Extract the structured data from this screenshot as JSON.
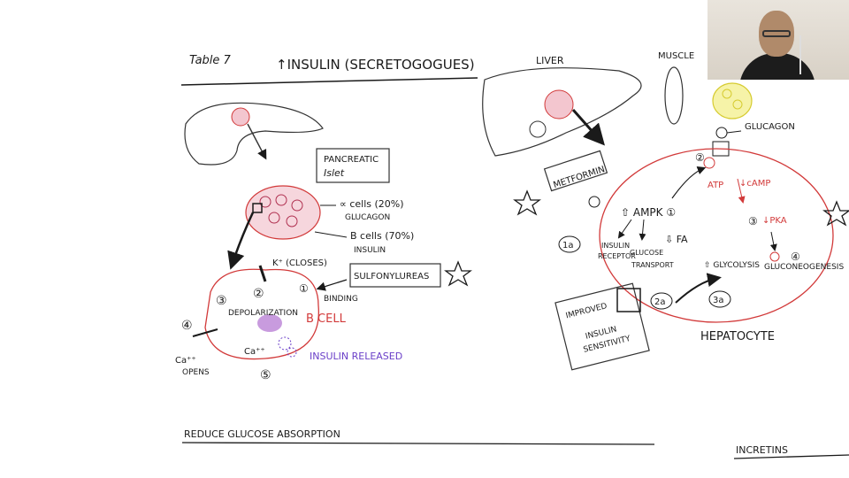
{
  "labels": {
    "table": "Table 7",
    "title": "↑INSULIN (SECRETOGOGUES)",
    "pancreatic_islet_1": "PANCREATIC",
    "pancreatic_islet_2": "Islet",
    "alpha_1": "∝ cells (20%)",
    "alpha_2": "GLUCAGON",
    "beta_1": "B cells (70%)",
    "beta_2": "INSULIN",
    "k_closes": "K⁺ (CLOSES)",
    "sulfonylureas": "SULFONYLUREAS",
    "binding": "BINDING",
    "depolarization": "DEPOLARIZATION",
    "b_cell": "B CELL",
    "ca_opens_1": "Ca⁺⁺",
    "ca_opens_2": "OPENS",
    "ca_inside": "Ca⁺⁺",
    "insulin_released": "INSULIN RELEASED",
    "n1": "①",
    "n2": "②",
    "n3": "③",
    "n4": "④",
    "n5": "⑤",
    "liver": "LIVER",
    "muscle": "MUSCLE",
    "glucagon": "GLUCAGON",
    "metformin": "METFORMIN",
    "atp": "ATP",
    "camp": "↓cAMP",
    "pka": "↓PKA",
    "h3": "③",
    "h4": "④",
    "h2": "②",
    "ampk": "⇧ AMPK ①",
    "fa": "⇩ FA",
    "insulin_receptor_1": "INSULIN",
    "insulin_receptor_2": "RECEPTOR",
    "glucose_transport_1": "GLUCOSE",
    "glucose_transport_2": "TRANSPORT",
    "glycolysis": "⇧ GLYCOLYSIS",
    "gluconeogenesis": "GLUCONEOGENESIS",
    "c1a": "1a",
    "c2a": "2a",
    "c3a": "3a",
    "improved": "IMPROVED",
    "insulin_sens_1": "INSULIN",
    "insulin_sens_2": "SENSITIVITY",
    "hepatocyte": "HEPATOCYTE",
    "reduce_glucose": "REDUCE GLUCOSE ABSORPTION",
    "incretins": "INCRETINS"
  },
  "colors": {
    "ink": "#1a1a1a",
    "red": "#d23a3a",
    "pink": "#e0607a",
    "purple": "#6a3fc8",
    "yellow": "#e8e060"
  }
}
